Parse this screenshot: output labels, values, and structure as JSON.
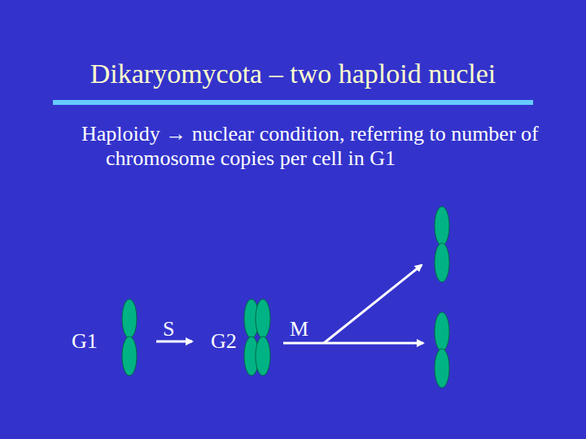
{
  "diagram": {
    "title": "Dikaryomycota – two haploid nuclei",
    "labels": [
      "Haploidy → nuclear condition, referring to number of chromosome copies per cell in G1",
      "G1",
      "S",
      "G2",
      "M"
    ]
  }
}
